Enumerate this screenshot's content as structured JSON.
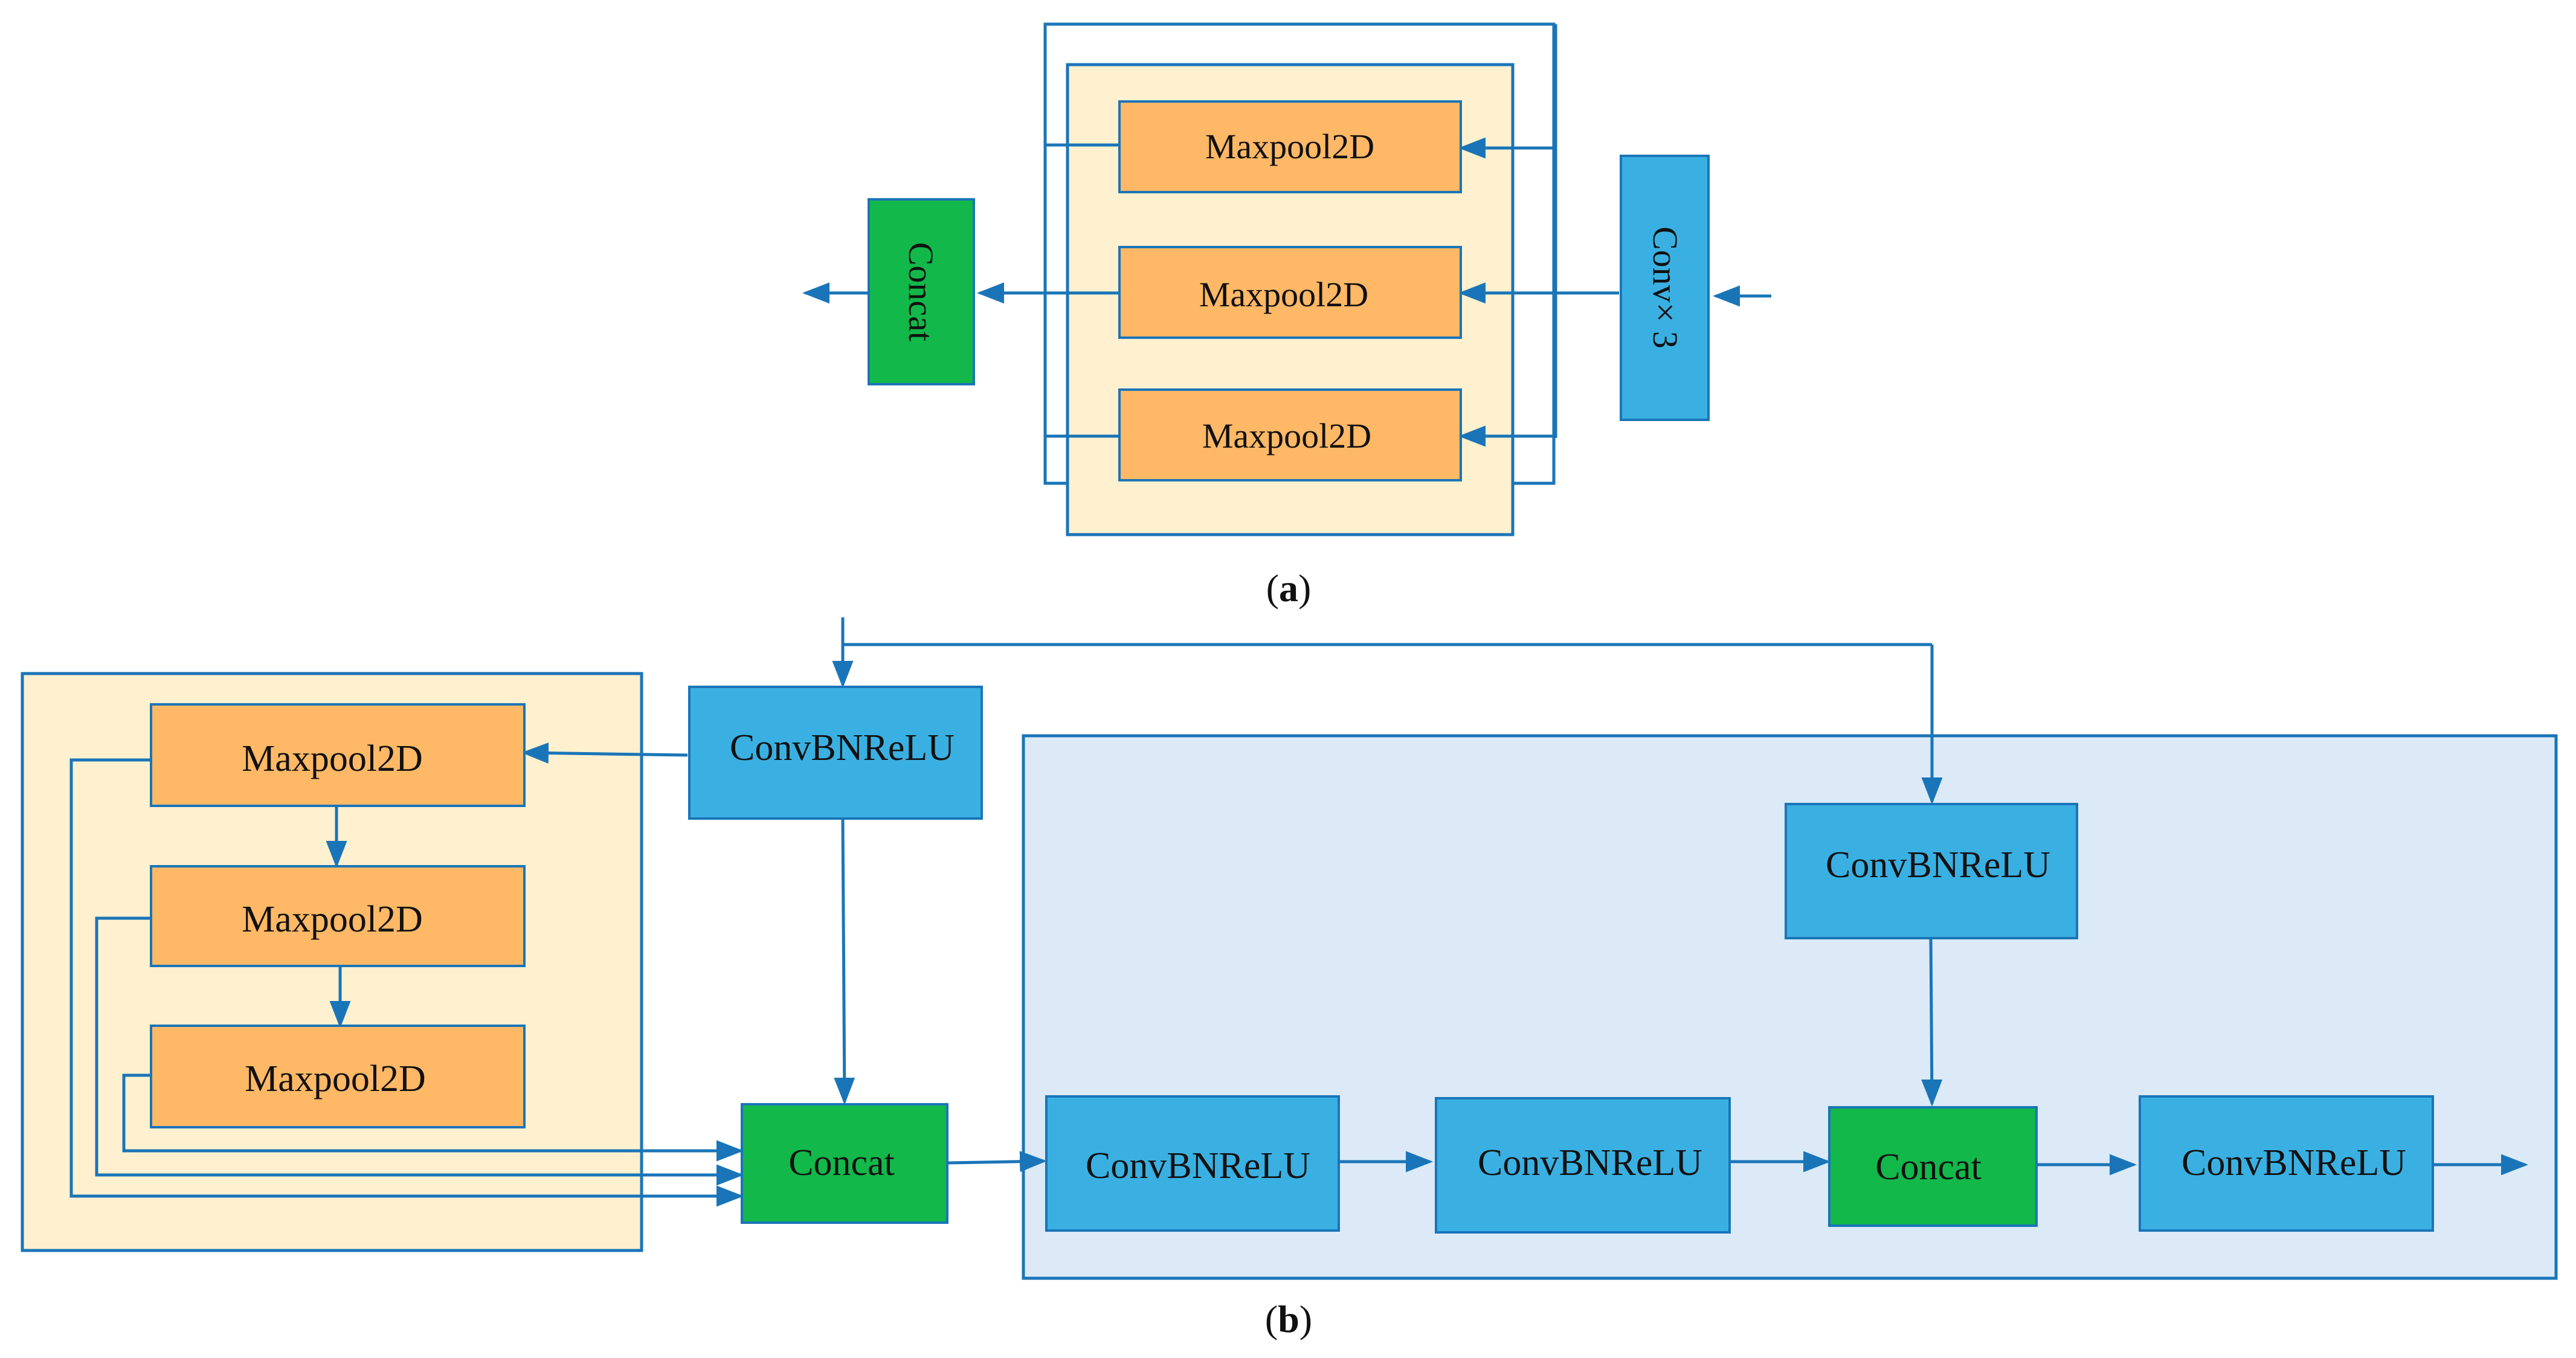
{
  "colors": {
    "line": "#1a75b8",
    "orange_fill": "#ffb866",
    "orange_region": "#fff1cf",
    "blue_fill": "#3ab0e2",
    "blue_region": "#dceaf7",
    "green_fill": "#12b84a",
    "text": "#111111"
  },
  "panel_a": {
    "label_open": "(",
    "label_letter": "a",
    "label_close": ")",
    "maxpool_1": "Maxpool2D",
    "maxpool_2": "Maxpool2D",
    "maxpool_3": "Maxpool2D",
    "concat": "Concat",
    "conv": "Conv× 3"
  },
  "panel_b": {
    "label_open": "(",
    "label_letter": "b",
    "label_close": ")",
    "maxpool_1": "Maxpool2D",
    "maxpool_2": "Maxpool2D",
    "maxpool_3": "Maxpool2D",
    "conv_top": "ConvBNReLU",
    "concat_left": "Concat",
    "conv_right_top": "ConvBNReLU",
    "conv_chain_1": "ConvBNReLU",
    "conv_chain_2": "ConvBNReLU",
    "concat_right": "Concat",
    "conv_chain_3": "ConvBNReLU"
  }
}
